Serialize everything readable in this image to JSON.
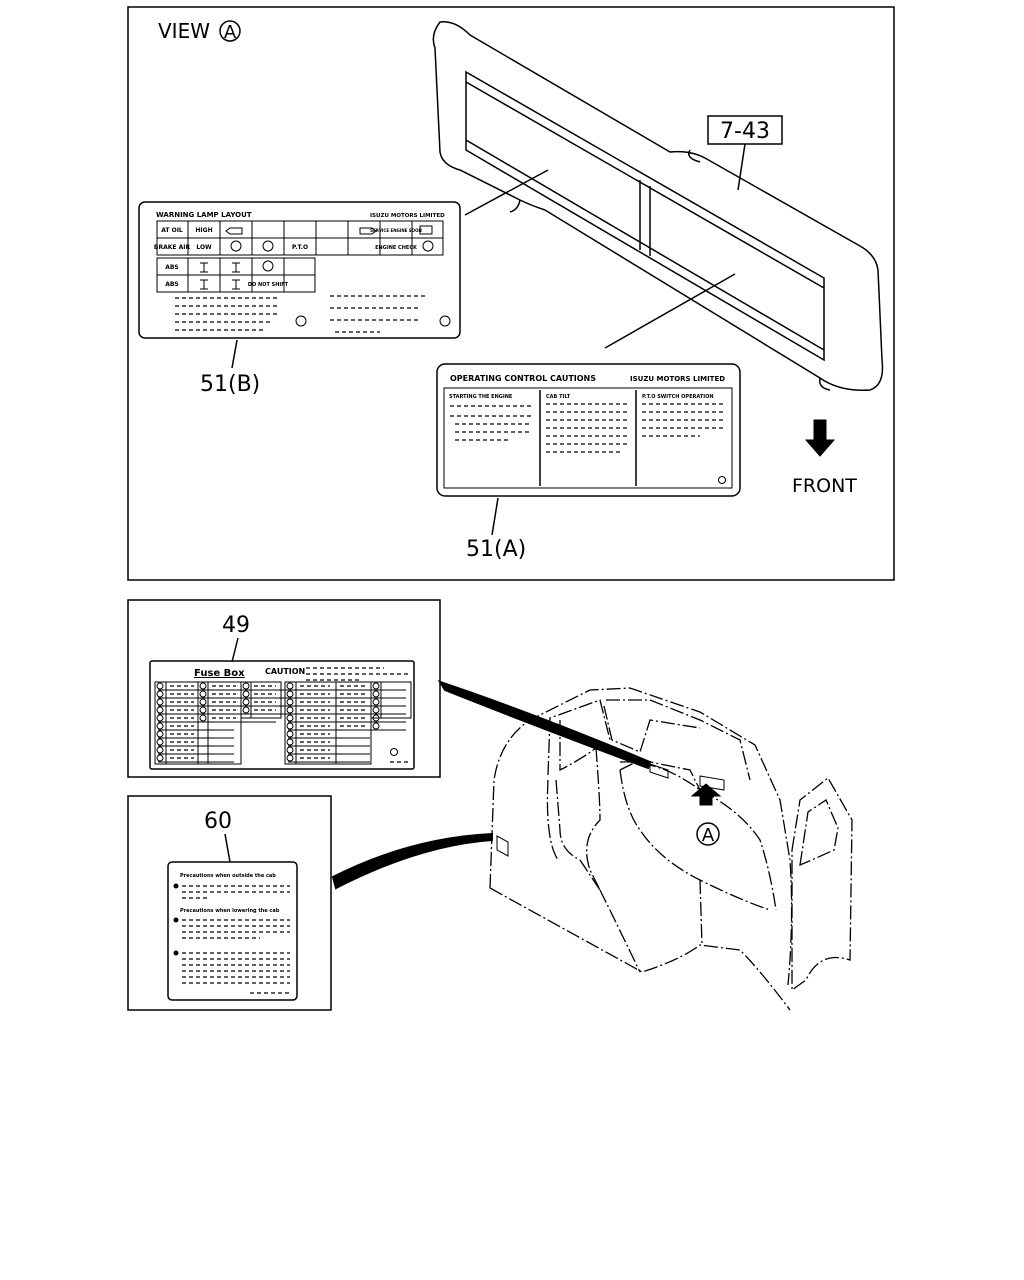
{
  "view_label": "VIEW",
  "view_letter": "A",
  "front_label": "FRONT",
  "callouts": {
    "sun_visor": "7-43",
    "label_b": "51(B)",
    "label_a": "51(A)",
    "fuse_label": "49",
    "cab_label": "60",
    "view_marker": "A"
  },
  "label_b": {
    "title": "WARNING LAMP LAYOUT",
    "maker": "ISUZU MOTORS LIMITED",
    "cells": [
      "AT OIL",
      "HIGH",
      "BRAKE AIR",
      "LOW",
      "ABS",
      "ABS",
      "P.T.O",
      "DO NOT SHIFT",
      "ENGINE CHECK",
      "SERVICE ENGINE SOON"
    ]
  },
  "label_a": {
    "title": "OPERATING CONTROL CAUTIONS",
    "maker": "ISUZU MOTORS LIMITED",
    "col1": "STARTING THE ENGINE",
    "col2": "CAB TILT",
    "col3": "P.T.O SWITCH OPERATION"
  },
  "fuse_box": {
    "title": "Fuse Box",
    "caution": "CAUTION"
  },
  "cab_caution": {
    "line1": "Precautions when outside the cab",
    "line2": "Precautions when lowering the cab"
  }
}
